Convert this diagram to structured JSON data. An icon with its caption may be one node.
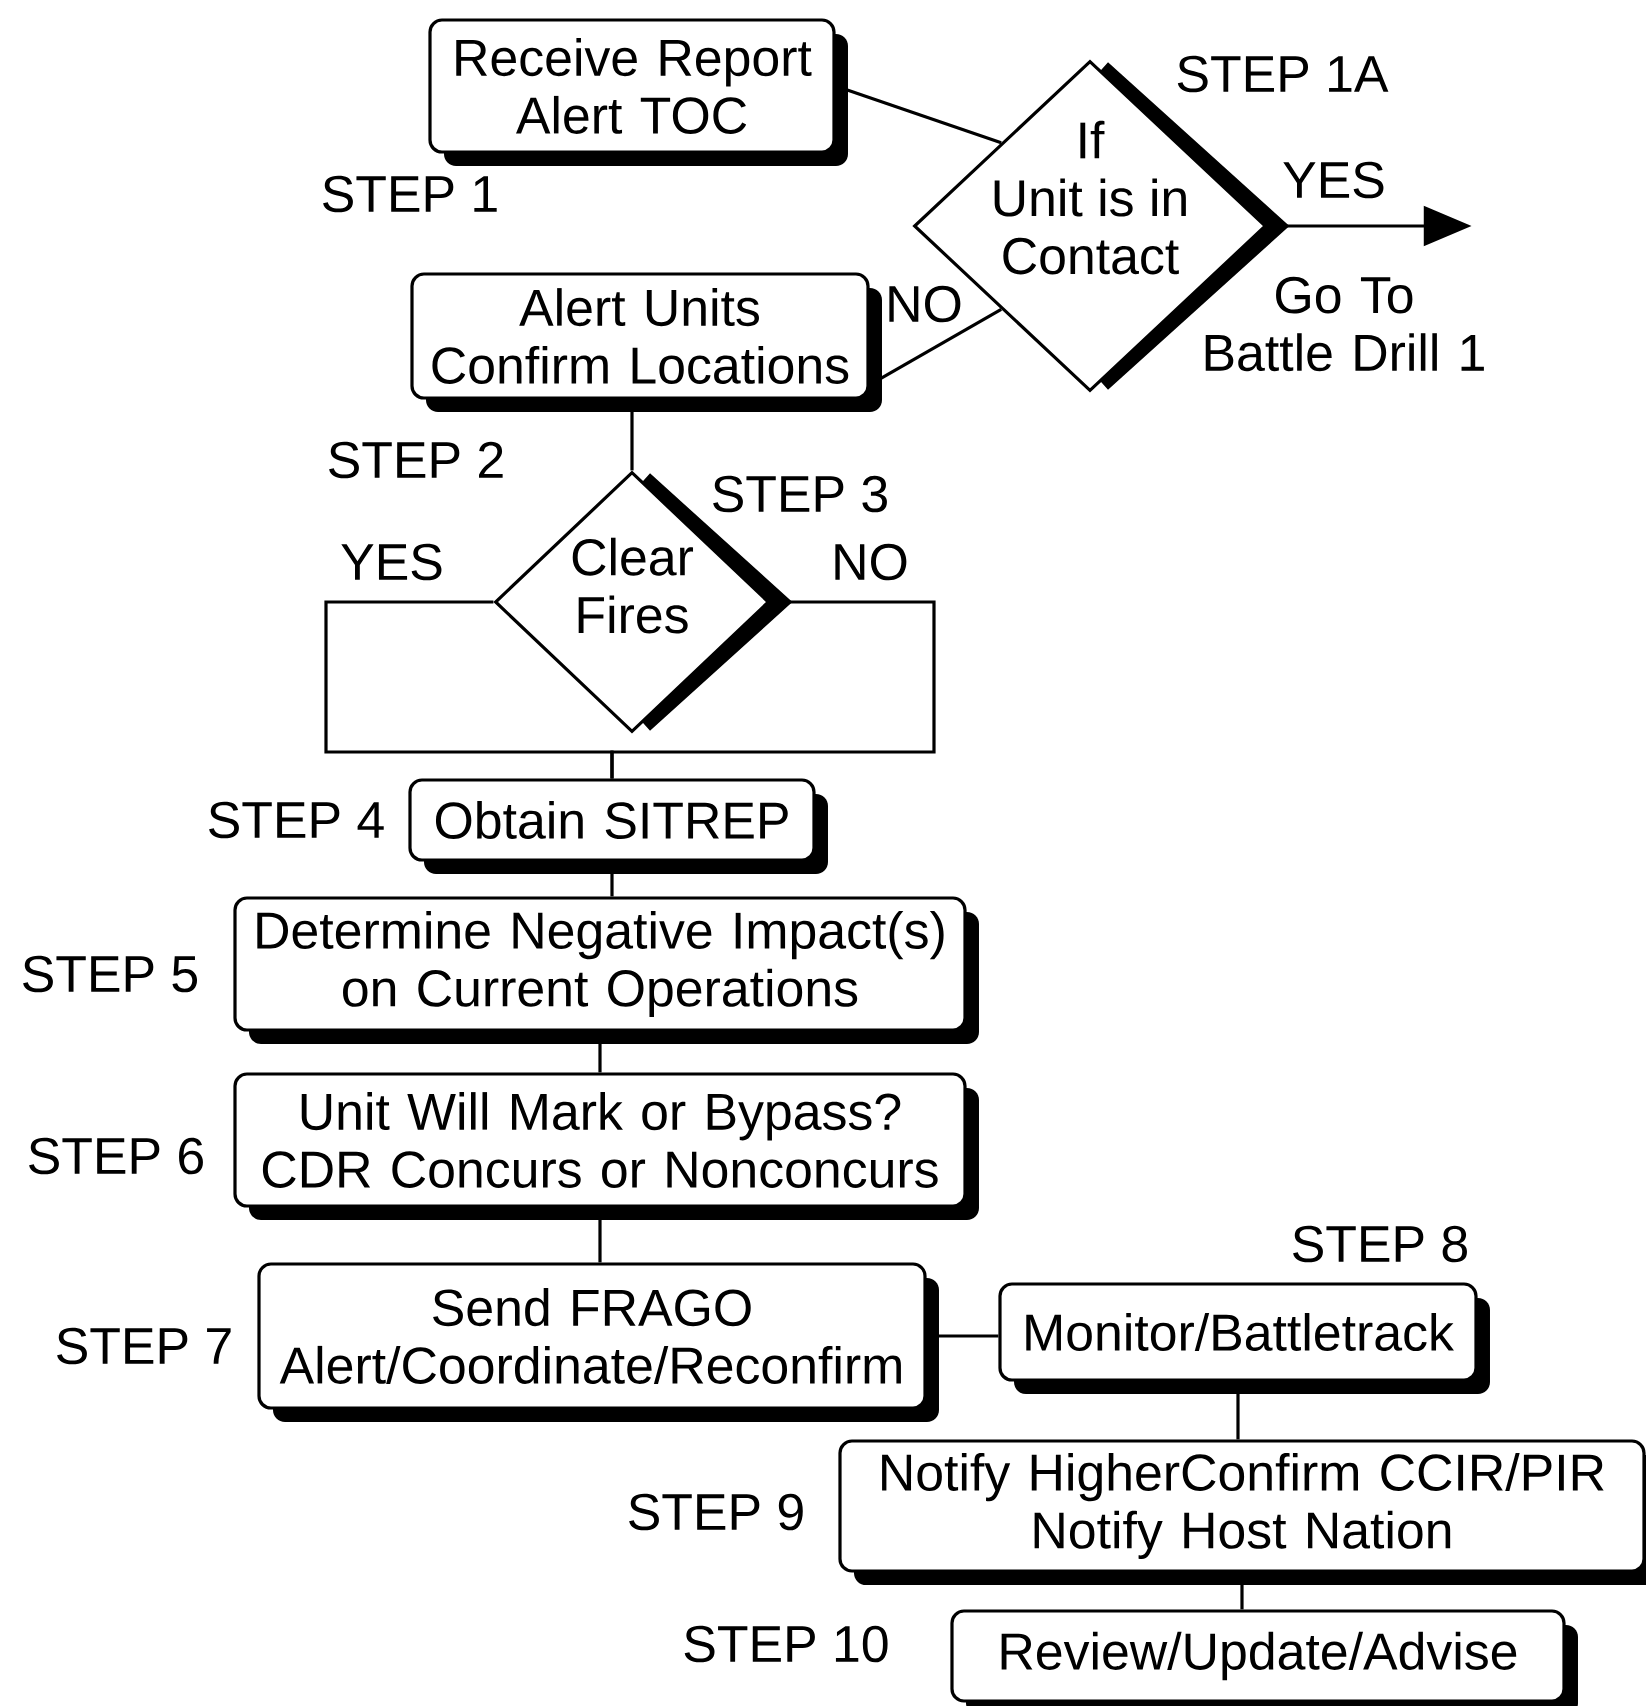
{
  "diagram": {
    "nodes": [
      {
        "text": [
          "Receive Report Alert TOC"
        ],
        "beside": [
          "STEP 1"
        ]
      },
      {
        "text": [
          "If Unit is in Contact"
        ],
        "beside": [
          "STEP 1A"
        ]
      },
      {
        "text": [
          "Alert Units Confirm Locations"
        ],
        "beside": [
          "STEP 2"
        ]
      },
      {
        "text": [
          "Clear Fires"
        ],
        "beside": [
          "STEP 3"
        ]
      },
      {
        "text": [
          "Obtain SITREP"
        ],
        "beside": [
          "STEP 4"
        ]
      },
      {
        "text": [
          "Determine Negative Impact(s) on Current Operations"
        ],
        "beside": [
          "STEP 5"
        ]
      },
      {
        "text": [
          "Unit Will Mark or Bypass? CDR Concurs or Nonconcurs"
        ],
        "beside": [
          "STEP 6"
        ]
      },
      {
        "text": [
          "Send FRAGO Alert/Coordinate/Reconfirm"
        ],
        "beside": [
          "STEP 7"
        ]
      },
      {
        "text": [
          "Monitor/Battletrack"
        ],
        "beside": [
          "STEP 8"
        ]
      },
      {
        "text": [
          "Notify HigherConfirm CCIR/PIR Notify Host Nation"
        ],
        "beside": [
          "STEP 9"
        ]
      },
      {
        "text": [
          "Review/Update/Advise"
        ],
        "beside": [
          "STEP 10"
        ]
      }
    ],
    "edges": [
      {
        "from": 0,
        "to": 1,
        "arrow": "none"
      },
      {
        "from": 1,
        "to": null,
        "arrow": "to",
        "label": "YES"
      },
      {
        "from": 1,
        "to": 2,
        "arrow": "none",
        "label": "NO"
      },
      {
        "from": 2,
        "to": 3,
        "arrow": "none"
      },
      {
        "from": 3,
        "to": 4,
        "arrow": "none",
        "label": "YES"
      },
      {
        "from": 3,
        "to": 4,
        "arrow": "none",
        "label": "NO"
      },
      {
        "from": 4,
        "to": 5,
        "arrow": "none"
      },
      {
        "from": 5,
        "to": 6,
        "arrow": "none"
      },
      {
        "from": 6,
        "to": 7,
        "arrow": "none"
      },
      {
        "from": 7,
        "to": 8,
        "arrow": "none"
      },
      {
        "from": 8,
        "to": 9,
        "arrow": "none"
      },
      {
        "from": 9,
        "to": 10,
        "arrow": "none"
      }
    ],
    "labels": [
      "Go To Battle Drill 1"
    ]
  }
}
